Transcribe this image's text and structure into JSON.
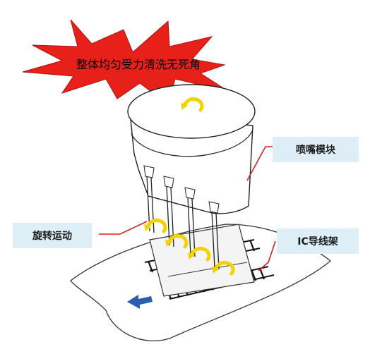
{
  "burst": {
    "text": "整体均匀受力清洗无死角",
    "color": "#e8201a"
  },
  "labels": {
    "nozzle_module": "喷嘴模块",
    "rotation": "旋转运动",
    "ic_lead_frame": "IC导线架"
  },
  "colors": {
    "label_bg": "#ddeef7",
    "leader_line": "#d62020",
    "arrow": "#2a5db0",
    "rotor": "#f2d200"
  }
}
